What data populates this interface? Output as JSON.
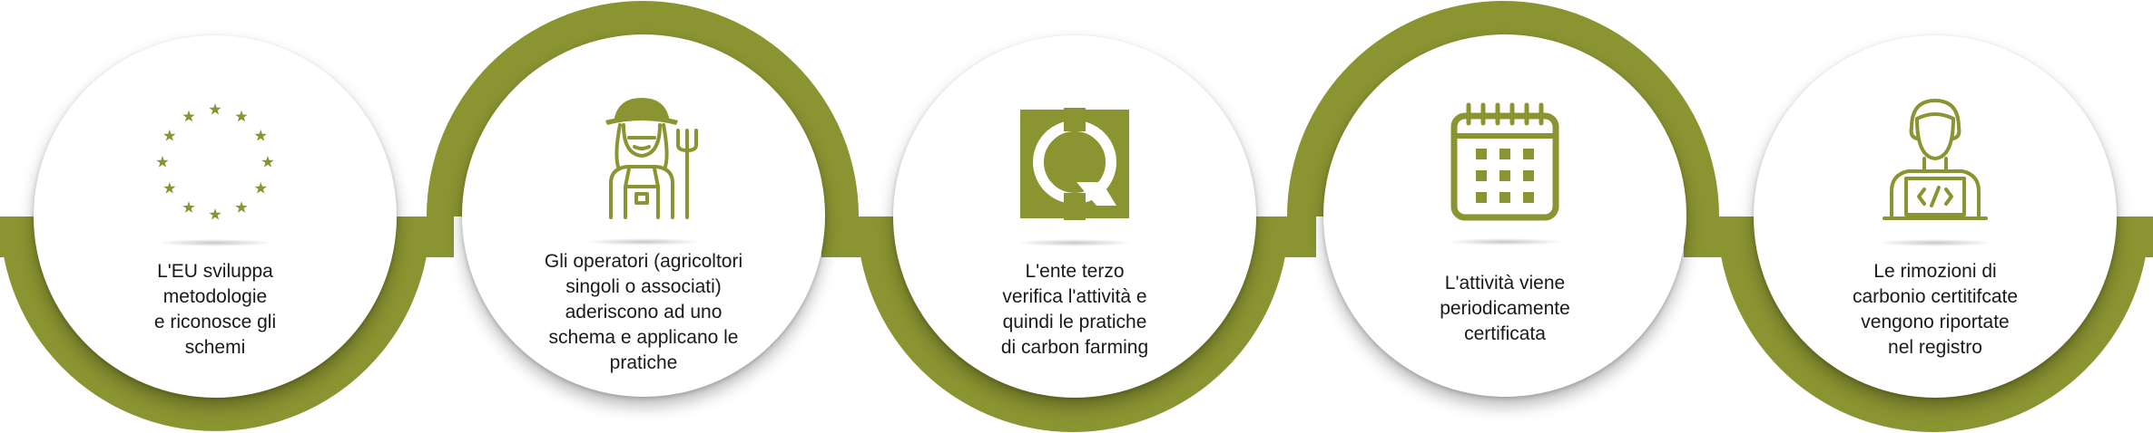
{
  "colors": {
    "accent": "#8a9431",
    "dark_ring": "#6f7a26",
    "text": "#1a1a1a"
  },
  "steps": [
    {
      "icon": "eu-stars-icon",
      "text": "L'EU sviluppa metodologie e riconosce gli schemi",
      "lines": [
        "L'EU sviluppa",
        "metodologie",
        "e riconosce gli",
        "schemi"
      ]
    },
    {
      "icon": "farmer-icon",
      "text": "Gli operatori (agricoltori singoli o associati) aderiscono ad uno schema e applicano le pratiche",
      "lines": [
        "Gli operatori (agricoltori",
        "singoli o associati)",
        "aderiscono ad uno",
        "schema e applicano le",
        "pratiche"
      ]
    },
    {
      "icon": "certification-q-icon",
      "text": "L'ente terzo verifica l'attività e quindi le pratiche di carbon farming",
      "lines": [
        "L'ente terzo",
        "verifica l'attività e",
        "quindi le pratiche",
        "di carbon farming"
      ]
    },
    {
      "icon": "calendar-icon",
      "text": "L'attività viene periodicamente certificata",
      "lines": [
        "L'attività viene",
        "periodicamente",
        "certificata"
      ]
    },
    {
      "icon": "registry-user-icon",
      "text": "Le rimozioni di carbonio certitifcate vengono riportate nel registro",
      "lines": [
        "Le rimozioni di",
        "carbonio certitifcate",
        "vengono riportate",
        "nel registro"
      ]
    }
  ]
}
